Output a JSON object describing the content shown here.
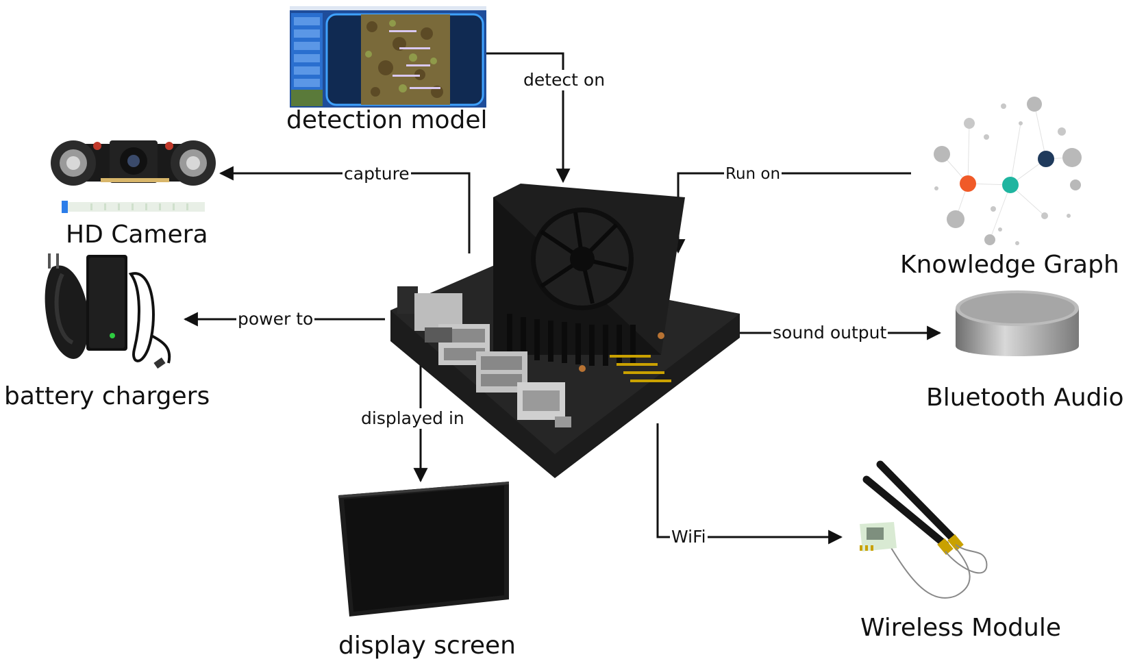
{
  "nodes": {
    "detection_model": {
      "label": "detection model"
    },
    "hd_camera": {
      "label": "HD Camera"
    },
    "battery_chargers": {
      "label": "battery chargers"
    },
    "knowledge_graph": {
      "label": "Knowledge Graph"
    },
    "bluetooth_audio": {
      "label": "Bluetooth Audio"
    },
    "display_screen": {
      "label": "display screen"
    },
    "wireless_module": {
      "label": "Wireless Module"
    }
  },
  "edges": {
    "detect_on": "detect on",
    "capture": "capture",
    "run_on": "Run on",
    "power_to": "power to",
    "sound_output": "sound output",
    "displayed_in": "displayed in",
    "wifi": "WiFi"
  },
  "colors": {
    "line": "#111111",
    "board": "#1c1c1c",
    "board_edge": "#2a2a2a",
    "kg_orange": "#f05a28",
    "kg_teal": "#1fb5a0",
    "kg_navy": "#1f3a5c",
    "kg_grey": "#b9b9b9",
    "screen_blue": "#2a63b8",
    "antenna": "#151515",
    "speaker_metal": "#a9a9a9"
  }
}
